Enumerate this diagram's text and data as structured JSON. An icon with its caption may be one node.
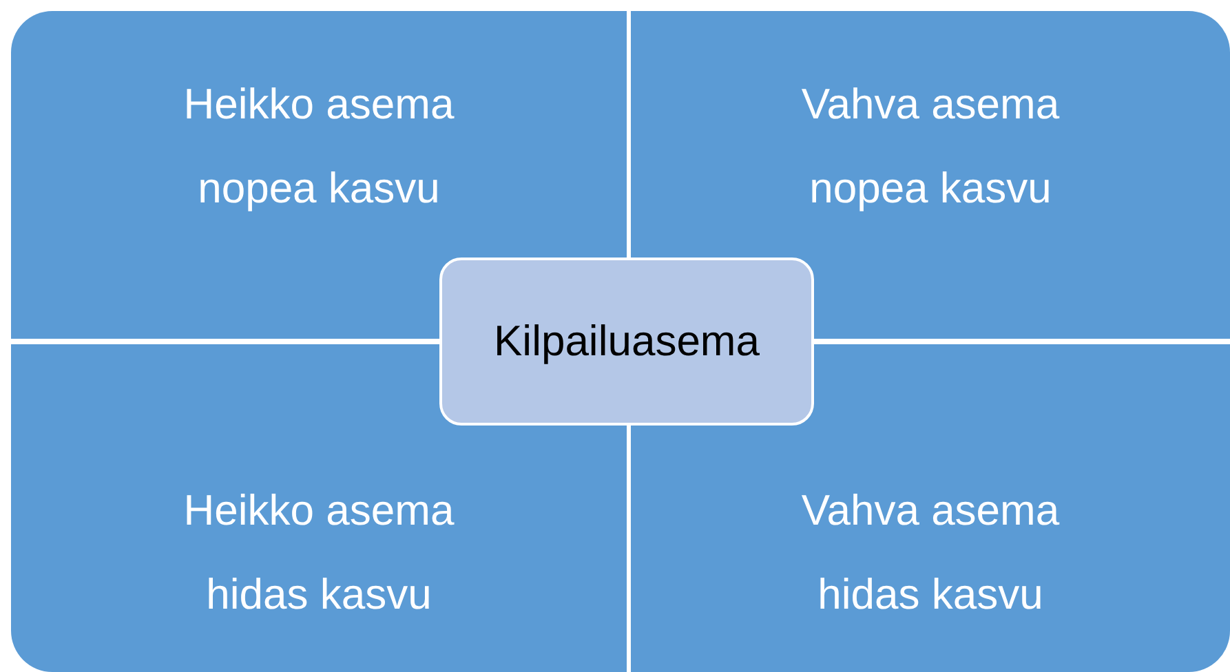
{
  "diagram": {
    "nodes": [
      {
        "text": [
          "Heikko asema nopea kasvu"
        ]
      },
      {
        "text": [
          "Vahva asema nopea kasvu"
        ]
      },
      {
        "text": [
          "Heikko asema hidas kasvu"
        ]
      },
      {
        "text": [
          "Vahva asema hidas kasvu"
        ]
      },
      {
        "text": [
          "Kilpailuasema"
        ]
      }
    ]
  }
}
